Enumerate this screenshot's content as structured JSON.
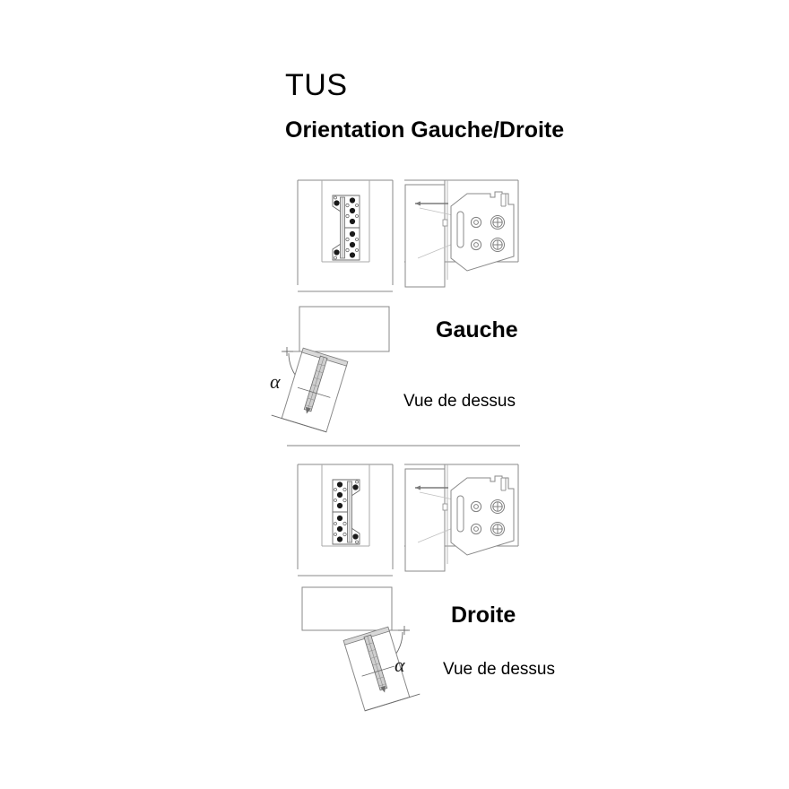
{
  "document": {
    "title": "TUS",
    "subtitle": "Orientation Gauche/Droite",
    "background_color": "#ffffff",
    "line_color": "#808080",
    "dark_line_color": "#404040",
    "text_color": "#000000"
  },
  "sections": {
    "left": {
      "label": "Gauche",
      "view_caption": "Vue de dessus",
      "angle_symbol": "α",
      "angle_symbol_side": "left"
    },
    "right": {
      "label": "Droite",
      "view_caption": "Vue de dessus",
      "angle_symbol": "α",
      "angle_symbol_side": "right"
    }
  },
  "drawings": {
    "front_view_name": "hinge-plate-front-view",
    "side_view_name": "hinge-bracket-side-view",
    "top_view_name": "door-swing-top-view"
  }
}
